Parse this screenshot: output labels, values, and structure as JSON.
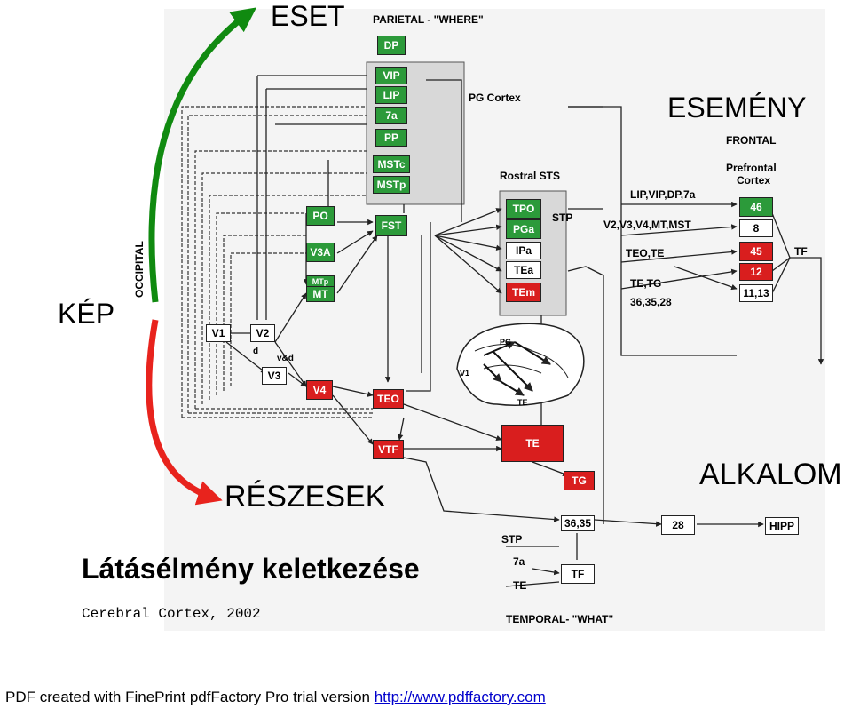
{
  "overlay": {
    "eset": "ESET",
    "esemeny": "ESEMÉNY",
    "kep": "KÉP",
    "reszesek": "RÉSZESEK",
    "alkalom": "ALKALOM",
    "title": "Látásélmény keletkezése",
    "citation": "Cerebral Cortex, 2002"
  },
  "colors": {
    "green_arrow": "#108a10",
    "red_arrow": "#e8231d",
    "green_box": "#2c9a3a",
    "red_box": "#d91e1e",
    "panel_gray": "#d8d8d8"
  },
  "diagram": {
    "region_labels": {
      "parietal": "PARIETAL - \"WHERE\"",
      "pg_cortex": "PG Cortex",
      "rostral_sts": "Rostral STS",
      "stp": "STP",
      "frontal": "FRONTAL",
      "prefrontal": "Prefrontal",
      "cortex": "Cortex",
      "occipital": "OCCIPITAL",
      "temporal": "TEMPORAL- \"WHAT\""
    },
    "green_boxes": [
      "DP",
      "VIP",
      "LIP",
      "7a",
      "PP",
      "MSTc",
      "MSTp",
      "PO",
      "V3A",
      "MTp",
      "MT",
      "FST",
      "TPO",
      "PGa",
      "46"
    ],
    "red_boxes": [
      "V4",
      "TEO",
      "VTF",
      "TE",
      "TG",
      "TEm",
      "45",
      "12"
    ],
    "white_boxes": [
      "V1",
      "V2",
      "V3",
      "IPa",
      "TEa",
      "8",
      "11,13",
      "36,35",
      "28",
      "HIPP",
      "TF"
    ],
    "frontal_inputs": [
      "LIP,VIP,DP,7a",
      "V2,V3,V4,MT,MST",
      "TEO,TE",
      "TE,TG",
      "36,35,28"
    ],
    "side_labels": {
      "tf_right": "TF",
      "stp_bottom": "STP",
      "sevena_bottom": "7a",
      "te_bottom": "TE"
    },
    "pathway_labels": {
      "d": "d",
      "vd": "v&d"
    },
    "brain_labels": {
      "pg": "PG",
      "v1": "V1",
      "te": "TE"
    }
  },
  "footer": {
    "text": "PDF created with FinePrint pdfFactory Pro trial version ",
    "link": "http://www.pdffactory.com"
  }
}
